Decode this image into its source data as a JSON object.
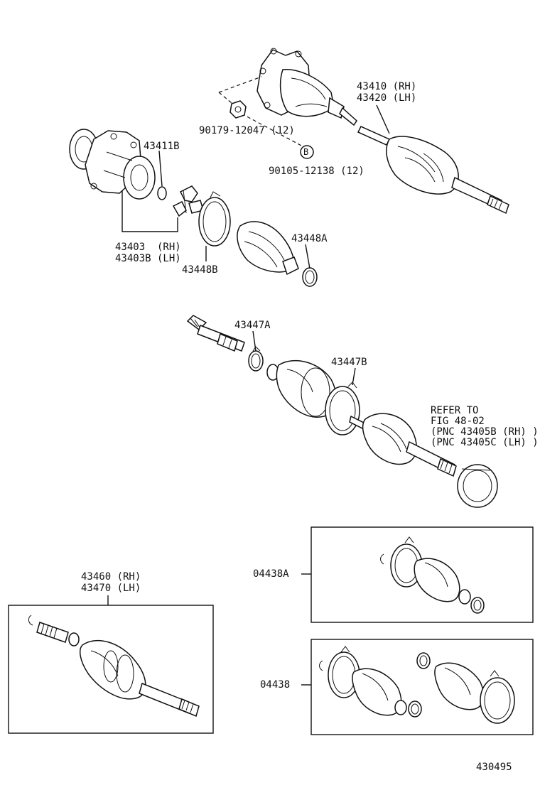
{
  "labels": {
    "p43410": "43410 (RH)",
    "p43420": "43420 (LH)",
    "p90179": "90179-12047 (12)",
    "p90105": "90105-12138 (12)",
    "marker_b": "B",
    "p43411b": "43411B",
    "p43403": "43403  (RH)",
    "p43403b": "43403B (LH)",
    "p43448b": "43448B",
    "p43448a": "43448A",
    "p43447a": "43447A",
    "p43447b": "43447B",
    "refer1": "REFER TO",
    "refer2": "FIG 48-02",
    "refer3": "(PNC 43405B (RH) )",
    "refer4": "(PNC 43405C (LH) )",
    "p04438a": "04438A",
    "p04438": "04438",
    "p43460": "43460 (RH)",
    "p43470": "43470 (LH)",
    "figure_number": "430495"
  }
}
